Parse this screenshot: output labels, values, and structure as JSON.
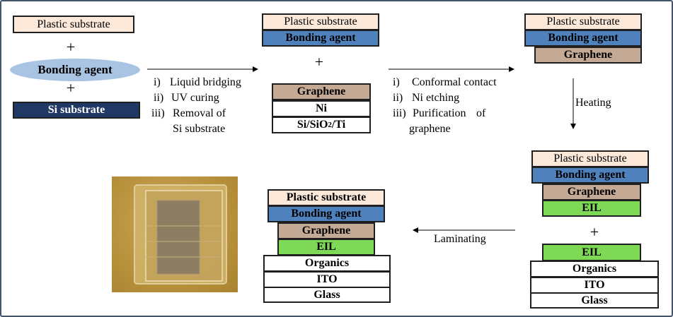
{
  "initial": {
    "plastic": "Plastic substrate",
    "plus1": "+",
    "bonding": "Bonding agent",
    "plus2": "+",
    "si": "Si substrate"
  },
  "step1_labels": [
    "i)",
    "Liquid bridging",
    "ii)",
    "UV curing",
    "iii)",
    "Removal of",
    "Si substrate"
  ],
  "stage2": {
    "plastic": "Plastic substrate",
    "bonding": "Bonding agent",
    "plus": "+",
    "graphene": "Graphene",
    "ni": "Ni",
    "sio2_main": "Si/SiO",
    "sio2_sub": "2",
    "sio2_tail": "/Ti"
  },
  "step2_labels": [
    "i)",
    "Conformal contact",
    "ii)",
    "Ni etching",
    "iii)",
    "Purification",
    "of",
    "graphene"
  ],
  "stage3": {
    "plastic": "Plastic substrate",
    "bonding": "Bonding agent",
    "graphene": "Graphene"
  },
  "step3_label": "Heating",
  "stage4": {
    "plastic": "Plastic substrate",
    "bonding": "Bonding agent",
    "graphene": "Graphene",
    "eil": "EIL",
    "plus": "+",
    "eil2": "EIL",
    "organics": "Organics",
    "ito": "ITO",
    "glass": "Glass"
  },
  "step4_label": "Laminating",
  "final": {
    "plastic": "Plastic substrate",
    "bonding": "Bonding agent",
    "graphene": "Graphene",
    "eil": "EIL",
    "organics": "Organics",
    "ito": "ITO",
    "glass": "Glass"
  },
  "colors": {
    "plastic": "#fde9d9",
    "bonding": "#4f81bd",
    "graphene": "#c4a995",
    "eil": "#7ed957",
    "si": "#1f3864",
    "ellipse": "#a9c4e2"
  }
}
